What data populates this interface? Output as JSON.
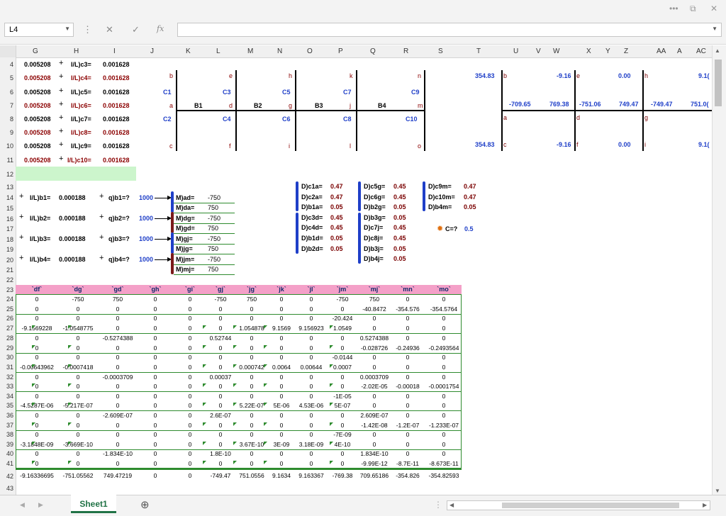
{
  "formula_bar": {
    "name_box": "L4",
    "fx": "fx"
  },
  "columns": [
    "G",
    "H",
    "I",
    "J",
    "K",
    "L",
    "M",
    "N",
    "O",
    "P",
    "Q",
    "R",
    "S",
    "T",
    "U",
    "V",
    "W",
    "X",
    "Y",
    "Z",
    "AA",
    "A",
    "AC"
  ],
  "rows": [
    "4",
    "5",
    "6",
    "7",
    "8",
    "9",
    "10",
    "11",
    "12",
    "13",
    "14",
    "15",
    "16",
    "17",
    "18",
    "19",
    "20",
    "21",
    "22",
    "23",
    "24",
    "25",
    "26",
    "27",
    "28",
    "29",
    "30",
    "31",
    "32",
    "33",
    "34",
    "35",
    "36",
    "37",
    "38",
    "39",
    "40",
    "41",
    "42",
    "43"
  ],
  "g_block": [
    {
      "g": "0.005208",
      "lbl": "I/L)c3=",
      "val": "0.001628"
    },
    {
      "g": "0.005208",
      "lbl": "I/L)c4=",
      "val": "0.001628"
    },
    {
      "g": "0.005208",
      "lbl": "I/L)c5=",
      "val": "0.001628"
    },
    {
      "g": "0.005208",
      "lbl": "I/L)c6=",
      "val": "0.001628"
    },
    {
      "g": "0.005208",
      "lbl": "I/L)c7=",
      "val": "0.001628"
    },
    {
      "g": "0.005208",
      "lbl": "I/L)c8=",
      "val": "0.001628"
    },
    {
      "g": "0.005208",
      "lbl": "I/L)c9=",
      "val": "0.001628"
    },
    {
      "g": "0.005208",
      "lbl": "I/L)c10=",
      "val": "0.001628"
    }
  ],
  "frame1": {
    "top": [
      "b",
      "e",
      "h",
      "k",
      "n"
    ],
    "cols_upper": [
      "C1",
      "C3",
      "C5",
      "C7",
      "C9"
    ],
    "mid_left": [
      "a",
      "d",
      "g",
      "j",
      "m"
    ],
    "beams": [
      "B1",
      "B2",
      "B3",
      "B4"
    ],
    "cols_lower": [
      "C2",
      "C4",
      "C6",
      "C8",
      "C10"
    ],
    "bottom": [
      "c",
      "f",
      "i",
      "l",
      "o"
    ]
  },
  "frame2": {
    "top_vals": [
      "354.83",
      "-9.16",
      "0.00",
      "9.1("
    ],
    "top_lbls": [
      "b",
      "e",
      "h"
    ],
    "mid_vals": [
      "-709.65",
      "769.38",
      "-751.06",
      "749.47",
      "-749.47",
      "751.0("
    ],
    "mid_lbls": [
      "a",
      "d",
      "g"
    ],
    "bot_vals": [
      "354.83",
      "-9.16",
      "0.00",
      "9.1("
    ],
    "bot_lbls": [
      "c",
      "f",
      "i"
    ]
  },
  "beams": [
    {
      "lbl": "I/L)b1=",
      "val": "0.000188",
      "q": "q)b1=?",
      "qv": "1000",
      "m1": "M)ad=",
      "m1v": "-750",
      "m2": "M)da=",
      "m2v": "750"
    },
    {
      "lbl": "I/L)b2=",
      "val": "0.000188",
      "q": "q)b2=?",
      "qv": "1000",
      "m1": "M)dg=",
      "m1v": "-750",
      "m2": "M)gd=",
      "m2v": "750"
    },
    {
      "lbl": "I/L)b3=",
      "val": "0.000188",
      "q": "q)b3=?",
      "qv": "1000",
      "m1": "M)gj=",
      "m1v": "-750",
      "m2": "M)jg=",
      "m2v": "750"
    },
    {
      "lbl": "I/L)b4=",
      "val": "0.000188",
      "q": "q)b4=?",
      "qv": "1000",
      "m1": "M)jm=",
      "m1v": "-750",
      "m2": "M)mj=",
      "m2v": "750"
    }
  ],
  "dist": {
    "col1": [
      [
        "D)c1a=",
        "0.47"
      ],
      [
        "D)c2a=",
        "0.47"
      ],
      [
        "D)b1a=",
        "0.05"
      ],
      [
        "D)c3d=",
        "0.45"
      ],
      [
        "D)c4d=",
        "0.45"
      ],
      [
        "D)b1d=",
        "0.05"
      ],
      [
        "D)b2d=",
        "0.05"
      ]
    ],
    "col2": [
      [
        "D)c5g=",
        "0.45"
      ],
      [
        "D)c6g=",
        "0.45"
      ],
      [
        "D)b2g=",
        "0.05"
      ],
      [
        "D)b3g=",
        "0.05"
      ],
      [
        "D)c7j=",
        "0.45"
      ],
      [
        "D)c8j=",
        "0.45"
      ],
      [
        "D)b3j=",
        "0.05"
      ],
      [
        "D)b4j=",
        "0.05"
      ]
    ],
    "col3": [
      [
        "D)c9m=",
        "0.47"
      ],
      [
        "D)c10m=",
        "0.47"
      ],
      [
        "D)b4m=",
        "0.05"
      ]
    ],
    "carry_lbl": "C=?",
    "carry_val": "0.5"
  },
  "table": {
    "headers": [
      "`df`",
      "`dg`",
      "`gd`",
      "`gh`",
      "`gi`",
      "`gj`",
      "`jg`",
      "`jk`",
      "`jl`",
      "`jm`",
      "`mj`",
      "`mn`",
      "`mo`"
    ],
    "rows": [
      [
        "0",
        "-750",
        "750",
        "0",
        "0",
        "-750",
        "750",
        "0",
        "0",
        "-750",
        "750",
        "0",
        "0"
      ],
      [
        "0",
        "0",
        "0",
        "0",
        "0",
        "0",
        "0",
        "0",
        "0",
        "0",
        "-40.8472",
        "-354.576",
        "-354.5764"
      ],
      [
        "0",
        "0",
        "0",
        "0",
        "0",
        "0",
        "0",
        "0",
        "0",
        "-20.424",
        "0",
        "0",
        "0"
      ],
      [
        "-9.1569228",
        "-1.0548775",
        "0",
        "0",
        "0",
        "0",
        "1.054878",
        "9.1569",
        "9.156923",
        "1.0549",
        "0",
        "0",
        "0"
      ],
      [
        "0",
        "0",
        "-0.5274388",
        "0",
        "0",
        "0.52744",
        "0",
        "0",
        "0",
        "0",
        "0.5274388",
        "0",
        "0"
      ],
      [
        "0",
        "0",
        "0",
        "0",
        "0",
        "0",
        "0",
        "0",
        "0",
        "0",
        "-0.028726",
        "-0.24936",
        "-0.2493564"
      ],
      [
        "0",
        "0",
        "0",
        "0",
        "0",
        "0",
        "0",
        "0",
        "0",
        "-0.0144",
        "0",
        "0",
        "0"
      ],
      [
        "-0.00643962",
        "-0.0007418",
        "0",
        "0",
        "0",
        "0",
        "0.000742",
        "0.0064",
        "0.00644",
        "0.0007",
        "0",
        "0",
        "0"
      ],
      [
        "0",
        "0",
        "-0.0003709",
        "0",
        "0",
        "0.00037",
        "0",
        "0",
        "0",
        "0",
        "0.0003709",
        "0",
        "0"
      ],
      [
        "0",
        "0",
        "0",
        "0",
        "0",
        "0",
        "0",
        "0",
        "0",
        "0",
        "-2.02E-05",
        "-0.00018",
        "-0.0001754"
      ],
      [
        "0",
        "0",
        "0",
        "0",
        "0",
        "0",
        "0",
        "0",
        "0",
        "-1E-05",
        "0",
        "0",
        "0"
      ],
      [
        "-4.5287E-06",
        "-5.217E-07",
        "0",
        "0",
        "0",
        "0",
        "5.22E-07",
        "5E-06",
        "4.53E-06",
        "5E-07",
        "0",
        "0",
        "0"
      ],
      [
        "0",
        "0",
        "-2.609E-07",
        "0",
        "0",
        "2.6E-07",
        "0",
        "0",
        "0",
        "0",
        "2.609E-07",
        "0",
        "0"
      ],
      [
        "0",
        "0",
        "0",
        "0",
        "0",
        "0",
        "0",
        "0",
        "0",
        "0",
        "-1.42E-08",
        "-1.2E-07",
        "-1.233E-07"
      ],
      [
        "0",
        "0",
        "0",
        "0",
        "0",
        "0",
        "0",
        "0",
        "0",
        "-7E-09",
        "0",
        "0",
        "0"
      ],
      [
        "-3.1848E-09",
        "-3.669E-10",
        "0",
        "0",
        "0",
        "0",
        "3.67E-10",
        "3E-09",
        "3.18E-09",
        "4E-10",
        "0",
        "0",
        "0"
      ],
      [
        "0",
        "0",
        "-1.834E-10",
        "0",
        "0",
        "1.8E-10",
        "0",
        "0",
        "0",
        "0",
        "1.834E-10",
        "0",
        "0"
      ],
      [
        "0",
        "0",
        "0",
        "0",
        "0",
        "0",
        "0",
        "0",
        "0",
        "0",
        "-9.99E-12",
        "-8.7E-11",
        "-8.673E-11"
      ]
    ],
    "totals": [
      "-9.16336695",
      "-751.05562",
      "749.47219",
      "0",
      "0",
      "-749.47",
      "751.0556",
      "9.1634",
      "9.163367",
      "-769.38",
      "709.65186",
      "-354.826",
      "-354.82593"
    ]
  },
  "sheet_tab": "Sheet1"
}
